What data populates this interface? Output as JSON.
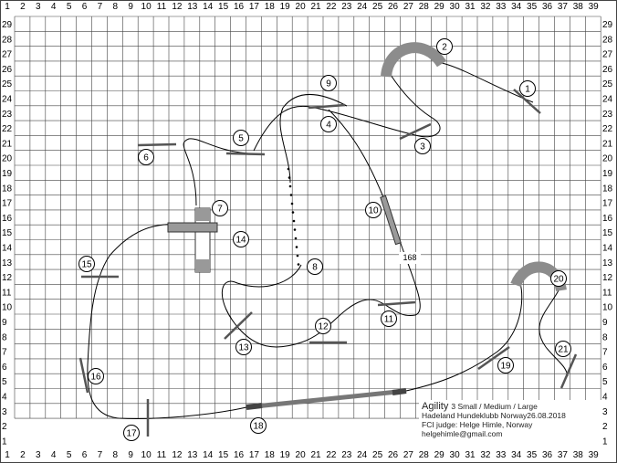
{
  "course": {
    "x_labels": [
      "1",
      "2",
      "3",
      "4",
      "5",
      "6",
      "7",
      "8",
      "9",
      "10",
      "11",
      "12",
      "13",
      "14",
      "15",
      "16",
      "17",
      "18",
      "19",
      "20",
      "21",
      "22",
      "23",
      "24",
      "25",
      "26",
      "27",
      "28",
      "29",
      "30",
      "31",
      "32",
      "33",
      "34",
      "35",
      "36",
      "37",
      "38",
      "39"
    ],
    "y_labels": [
      "29",
      "28",
      "27",
      "26",
      "25",
      "24",
      "23",
      "22",
      "21",
      "20",
      "19",
      "18",
      "17",
      "16",
      "15",
      "14",
      "13",
      "12",
      "11",
      "10",
      "9",
      "8",
      "7",
      "6",
      "5",
      "4",
      "3",
      "2",
      "1"
    ],
    "obstacle_numbers": [
      "1",
      "2",
      "3",
      "4",
      "5",
      "6",
      "7",
      "8",
      "9",
      "10",
      "11",
      "12",
      "13",
      "14",
      "15",
      "16",
      "17",
      "18",
      "19",
      "20",
      "21"
    ],
    "distance": "168"
  },
  "info": {
    "title": "Agility",
    "classes": "3 Small / Medium / Large",
    "club_date": "Hadeland Hundeklubb Norway26.08.2018",
    "judge": "FCI judge: Helge Himle, Norway",
    "email": "helgehimle@gmail.com"
  },
  "colors": {
    "grid": "#444444",
    "obstacle": "#7a7a7a",
    "path": "#000000",
    "tunnel": "#8c8c8c"
  }
}
